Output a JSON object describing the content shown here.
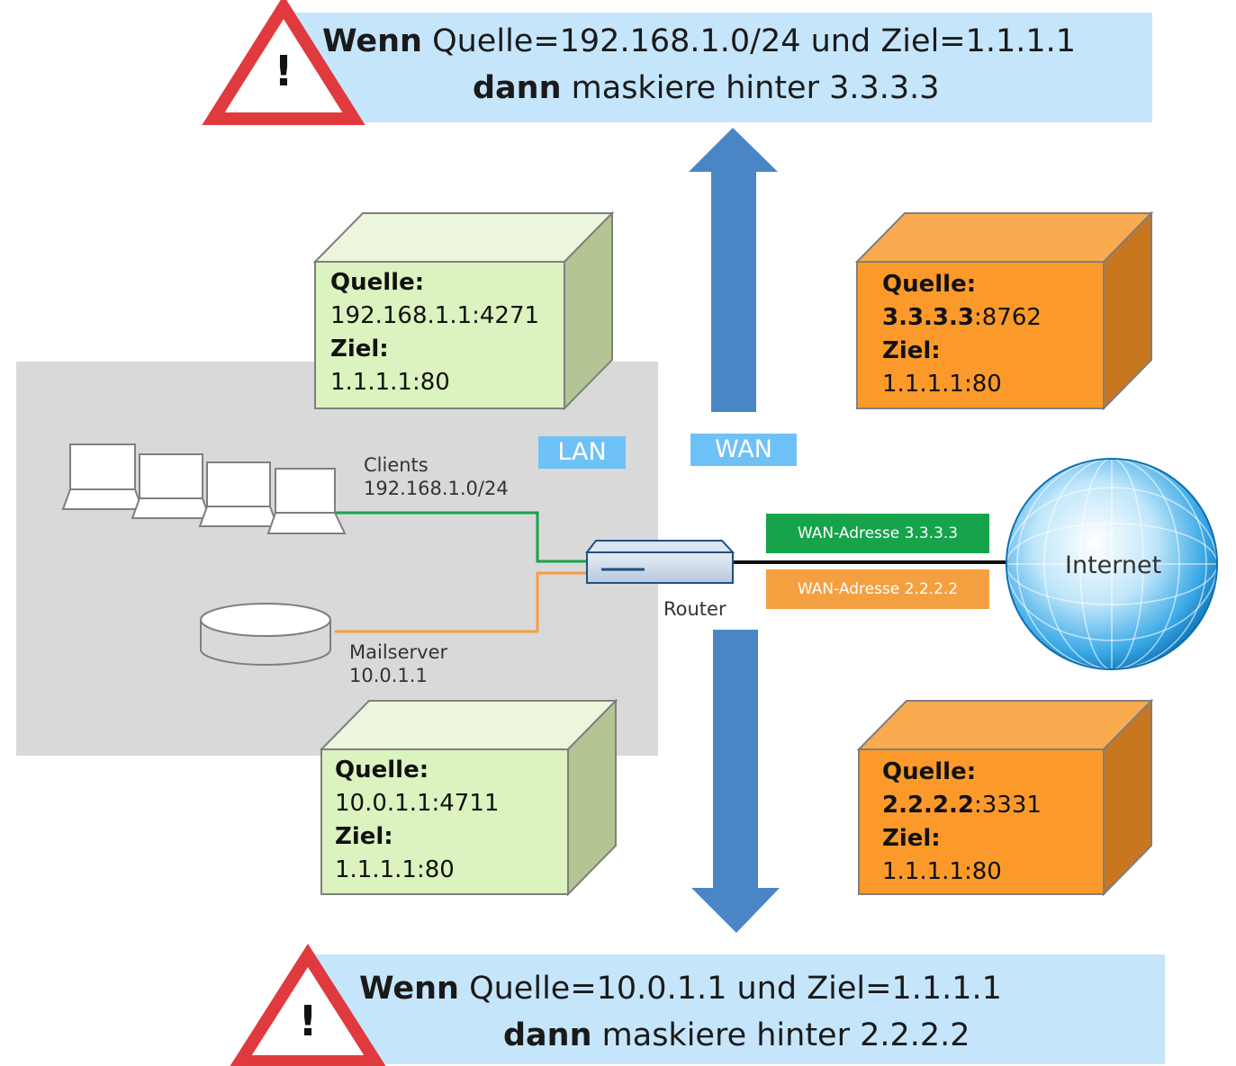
{
  "top_rule": {
    "line1_kw": "Wenn",
    "line1_text": "Quelle=192.168.1.0/24 und Ziel=1.1.1.1",
    "line2_kw": "dann",
    "line2_text": "maskiere hinter 3.3.3.3"
  },
  "bottom_rule": {
    "line1_kw": "Wenn",
    "line1_text": "Quelle=10.0.1.1 und Ziel=1.1.1.1",
    "line2_kw": "dann",
    "line2_text": "maskiere hinter 2.2.2.2"
  },
  "warning_glyph": "!",
  "zones": {
    "lan": "LAN",
    "wan": "WAN"
  },
  "clients": {
    "name": "Clients",
    "net": "192.168.1.0/24"
  },
  "mailserver": {
    "name": "Mailserver",
    "ip": "10.0.1.1"
  },
  "router": {
    "name": "Router"
  },
  "internet": {
    "name": "Internet"
  },
  "wan_addresses": {
    "green": "WAN-Adresse 3.3.3.3",
    "orange": "WAN-Adresse 2.2.2.2"
  },
  "packets": {
    "client_lan": {
      "src_label": "Quelle:",
      "src": "192.168.1.1:4271",
      "dst_label": "Ziel:",
      "dst": "1.1.1.1:80"
    },
    "client_wan": {
      "src_label": "Quelle:",
      "src_ip": "3.3.3.3",
      "src_port": ":8762",
      "dst_label": "Ziel:",
      "dst": "1.1.1.1:80"
    },
    "mail_lan": {
      "src_label": "Quelle:",
      "src": "10.0.1.1:4711",
      "dst_label": "Ziel:",
      "dst": "1.1.1.1:80"
    },
    "mail_wan": {
      "src_label": "Quelle:",
      "src_ip": "2.2.2.2",
      "src_port": ":3331",
      "dst_label": "Ziel:",
      "dst": "1.1.1.1:80"
    }
  },
  "colors": {
    "banner": "#c5e5fb",
    "arrow": "#4a86c5",
    "green_line": "#16a34a",
    "orange_line": "#f5a040",
    "box_green_front": "#dcf2bf",
    "box_orange_front": "#fb9a2a",
    "warning_red": "#e03a3e"
  }
}
